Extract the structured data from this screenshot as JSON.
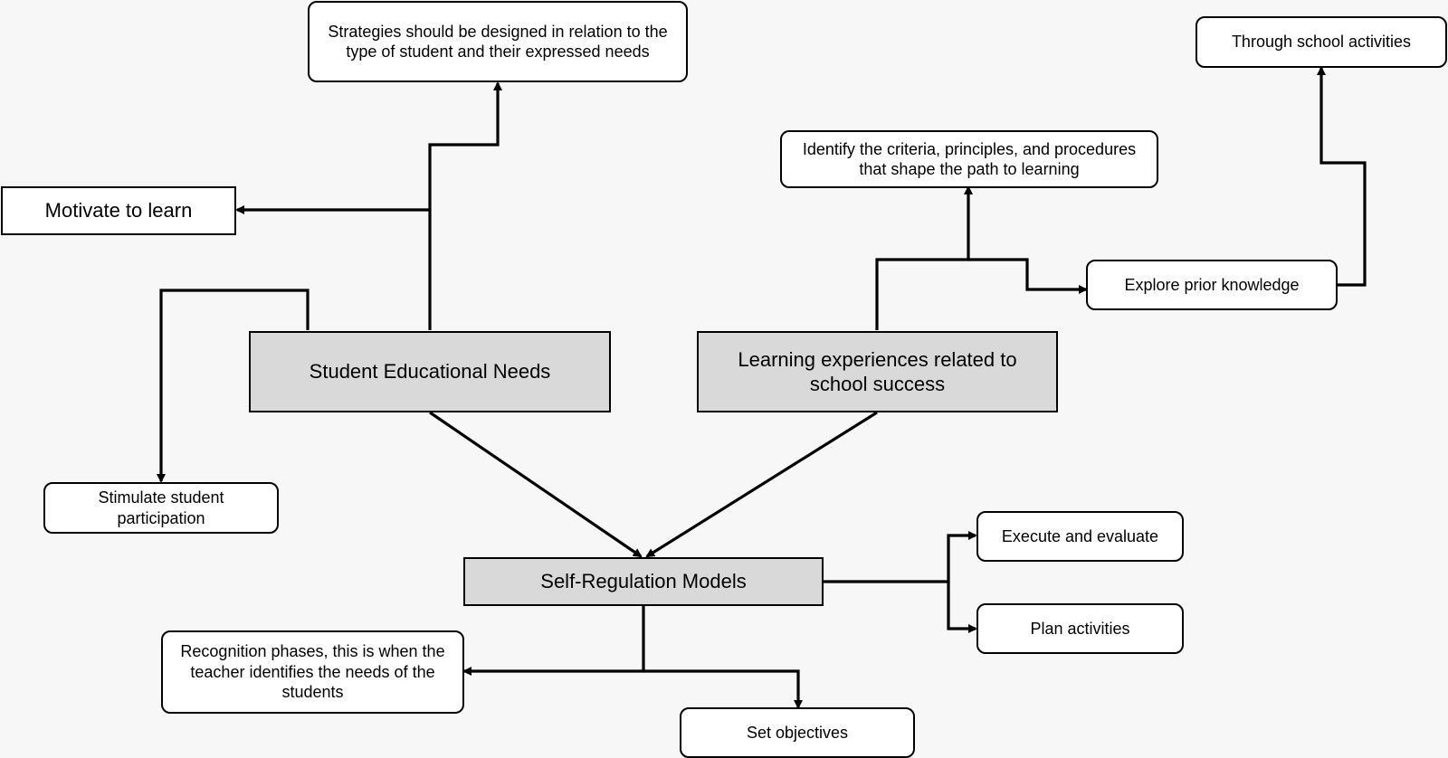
{
  "nodes": {
    "strategies": "Strategies should be designed in relation to the type of student and their expressed needs",
    "motivate": "Motivate to learn",
    "stimulate": "Stimulate student participation",
    "student_needs": "Student Educational Needs",
    "learning_experiences": "Learning experiences related to school success",
    "identify_criteria": "Identify the criteria, principles, and procedures that shape the path to learning",
    "explore_prior": "Explore prior knowledge",
    "through_school": "Through school activities",
    "self_regulation": "Self-Regulation Models",
    "execute_evaluate": "Execute and evaluate",
    "plan_activities": "Plan activities",
    "recognition": "Recognition phases, this is when the teacher identifies the needs of the students",
    "set_objectives": "Set objectives"
  },
  "colors": {
    "background": "#f7f7f7",
    "main_box": "#d9d9d9",
    "box": "#ffffff",
    "line": "#000000"
  }
}
